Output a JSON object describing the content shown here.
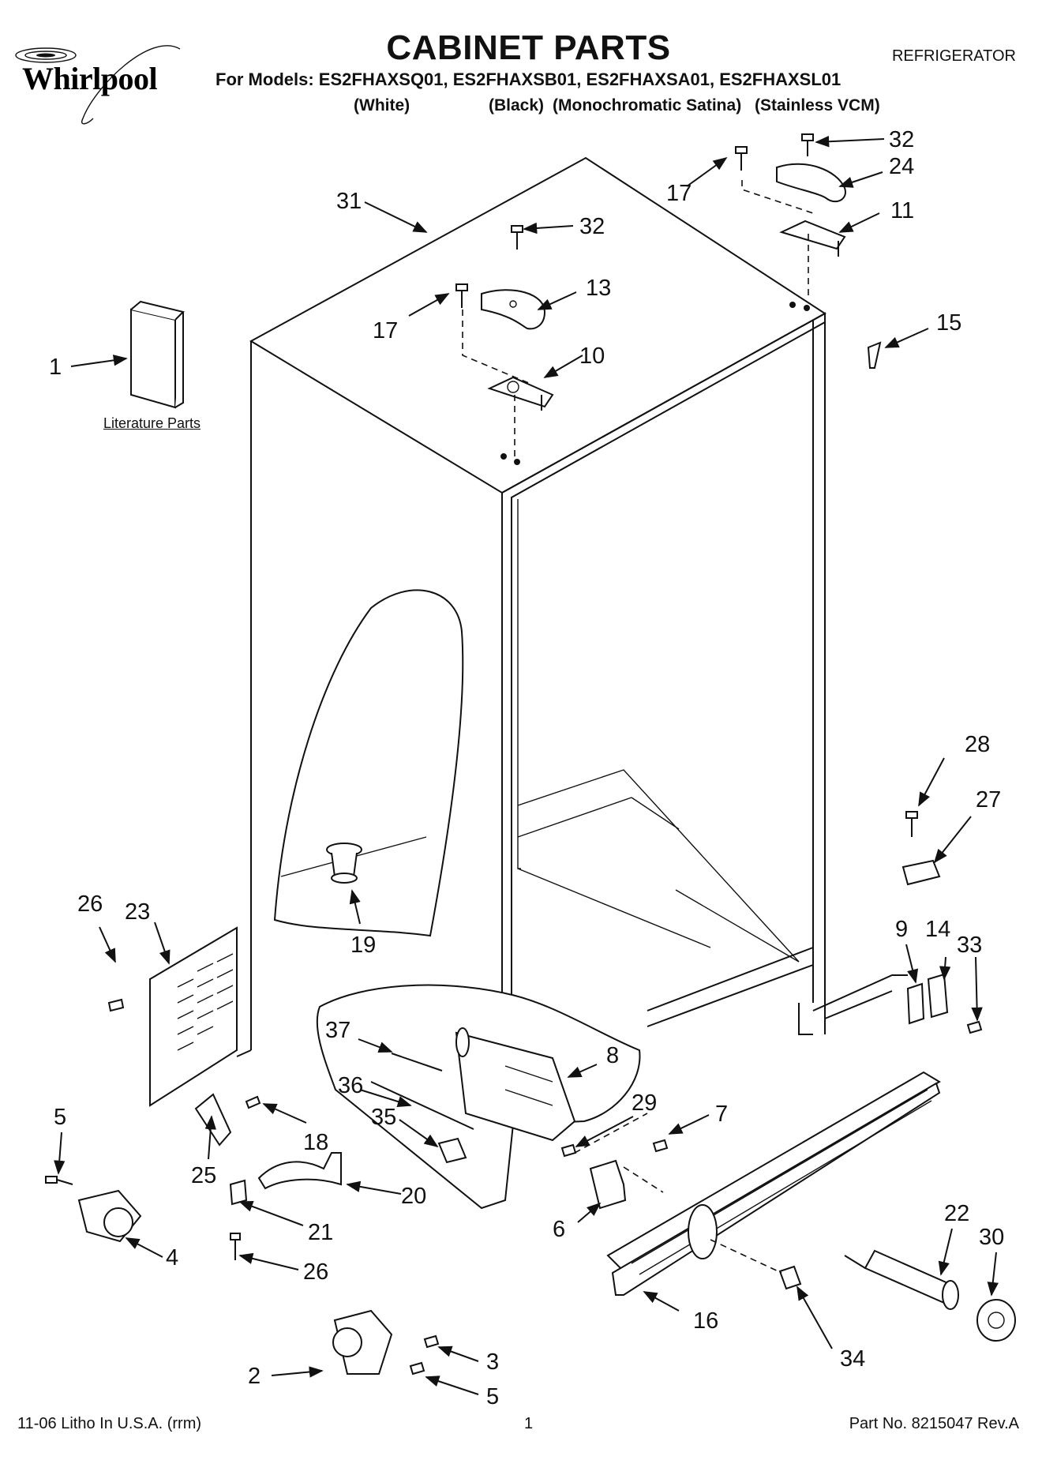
{
  "header": {
    "brand": "Whirlpool",
    "title": "CABINET PARTS",
    "product": "REFRIGERATOR",
    "models_label": "For Models:",
    "models": "ES2FHAXSQ01, ES2FHAXSB01, ES2FHAXSA01, ES2FHAXSL01",
    "variants": [
      "(White)",
      "(Black)",
      "(Monochromatic Satina)",
      "(Stainless VCM)"
    ]
  },
  "literature_label": "Literature Parts",
  "callouts": [
    {
      "id": "c1",
      "label": "1"
    },
    {
      "id": "c2",
      "label": "2"
    },
    {
      "id": "c3",
      "label": "3"
    },
    {
      "id": "c4",
      "label": "4"
    },
    {
      "id": "c5a",
      "label": "5"
    },
    {
      "id": "c5b",
      "label": "5"
    },
    {
      "id": "c6",
      "label": "6"
    },
    {
      "id": "c7",
      "label": "7"
    },
    {
      "id": "c8",
      "label": "8"
    },
    {
      "id": "c9",
      "label": "9"
    },
    {
      "id": "c10",
      "label": "10"
    },
    {
      "id": "c11",
      "label": "11"
    },
    {
      "id": "c13",
      "label": "13"
    },
    {
      "id": "c14",
      "label": "14"
    },
    {
      "id": "c15",
      "label": "15"
    },
    {
      "id": "c16",
      "label": "16"
    },
    {
      "id": "c17a",
      "label": "17"
    },
    {
      "id": "c17b",
      "label": "17"
    },
    {
      "id": "c18",
      "label": "18"
    },
    {
      "id": "c19",
      "label": "19"
    },
    {
      "id": "c20",
      "label": "20"
    },
    {
      "id": "c21",
      "label": "21"
    },
    {
      "id": "c22",
      "label": "22"
    },
    {
      "id": "c23",
      "label": "23"
    },
    {
      "id": "c24",
      "label": "24"
    },
    {
      "id": "c25",
      "label": "25"
    },
    {
      "id": "c26a",
      "label": "26"
    },
    {
      "id": "c26b",
      "label": "26"
    },
    {
      "id": "c27",
      "label": "27"
    },
    {
      "id": "c28",
      "label": "28"
    },
    {
      "id": "c29",
      "label": "29"
    },
    {
      "id": "c30",
      "label": "30"
    },
    {
      "id": "c31",
      "label": "31"
    },
    {
      "id": "c32a",
      "label": "32"
    },
    {
      "id": "c32b",
      "label": "32"
    },
    {
      "id": "c33",
      "label": "33"
    },
    {
      "id": "c34",
      "label": "34"
    },
    {
      "id": "c35",
      "label": "35"
    },
    {
      "id": "c36",
      "label": "36"
    },
    {
      "id": "c37",
      "label": "37"
    }
  ],
  "footer": {
    "litho": "11-06 Litho In U.S.A. (rrm)",
    "page": "1",
    "part_no": "Part No. 8215047 Rev.A"
  }
}
